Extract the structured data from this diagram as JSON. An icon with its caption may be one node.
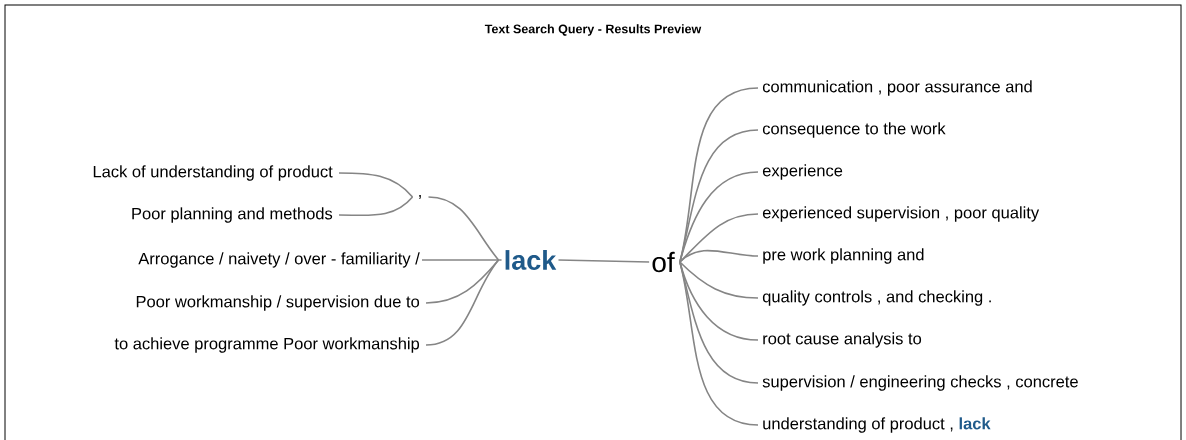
{
  "diagram": {
    "title": "Text Search Query - Results Preview",
    "nodes": [
      {
        "text": [
          "Lack of understanding of product"
        ]
      },
      {
        "text": [
          "Poor planning and methods"
        ]
      },
      {
        "text": [
          ","
        ]
      },
      {
        "text": [
          "Arrogance / naivety / over - familiarity /"
        ]
      },
      {
        "text": [
          "Poor workmanship / supervision due to"
        ]
      },
      {
        "text": [
          "to achieve programme Poor workmanship"
        ]
      },
      {
        "text": [
          "lack"
        ]
      },
      {
        "text": [
          "of"
        ]
      },
      {
        "text": [
          "communication , poor assurance and"
        ]
      },
      {
        "text": [
          "consequence to the work"
        ]
      },
      {
        "text": [
          "experience"
        ]
      },
      {
        "text": [
          "experienced supervision , poor quality"
        ]
      },
      {
        "text": [
          "pre work planning and"
        ]
      },
      {
        "text": [
          "quality controls , and checking ."
        ]
      },
      {
        "text": [
          "root cause analysis to"
        ]
      },
      {
        "text": [
          "supervision / engineering checks , concrete"
        ]
      },
      {
        "text": [
          "understanding of product ,",
          "lack"
        ]
      }
    ],
    "edges": [
      {
        "from": 0,
        "to": 2,
        "arrow": "none"
      },
      {
        "from": 1,
        "to": 2,
        "arrow": "none"
      },
      {
        "from": 2,
        "to": 6,
        "arrow": "none"
      },
      {
        "from": 3,
        "to": 6,
        "arrow": "none"
      },
      {
        "from": 4,
        "to": 6,
        "arrow": "none"
      },
      {
        "from": 5,
        "to": 6,
        "arrow": "none"
      },
      {
        "from": 6,
        "to": 7,
        "arrow": "none"
      },
      {
        "from": 7,
        "to": 8,
        "arrow": "none"
      },
      {
        "from": 7,
        "to": 9,
        "arrow": "none"
      },
      {
        "from": 7,
        "to": 10,
        "arrow": "none"
      },
      {
        "from": 7,
        "to": 11,
        "arrow": "none"
      },
      {
        "from": 7,
        "to": 12,
        "arrow": "none"
      },
      {
        "from": 7,
        "to": 13,
        "arrow": "none"
      },
      {
        "from": 7,
        "to": 14,
        "arrow": "none"
      },
      {
        "from": 7,
        "to": 15,
        "arrow": "none"
      },
      {
        "from": 7,
        "to": 16,
        "arrow": "none"
      }
    ]
  }
}
